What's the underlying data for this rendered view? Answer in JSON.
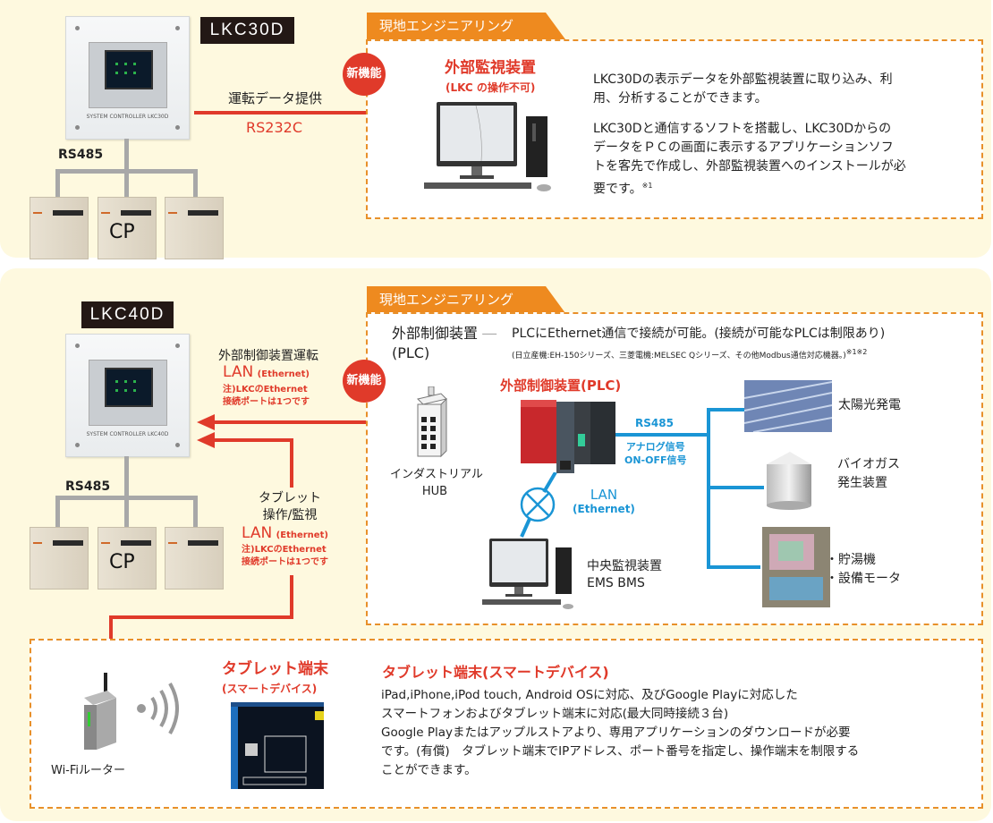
{
  "colors": {
    "panel_bg": "#fef9df",
    "accent_orange": "#ee8a1f",
    "accent_red": "#e03a2a",
    "accent_blue": "#1a95d5"
  },
  "section1": {
    "model": "LKC30D",
    "controller_brand": "SYSTEM CONTROLLER LKC30D",
    "tab": "現地エンジニアリング",
    "badge": "新機能",
    "link_label": "運転データ提供",
    "link_protocol": "RS232C",
    "bus_label": "RS485",
    "cp_label": "CP",
    "device_title": "外部監視装置",
    "device_subtitle": "(LKC の操作不可)",
    "desc_p1": [
      "LKC30Dの表示データを外部監視装置に取り込み、利",
      "用、分析することができます。"
    ],
    "desc_p2": [
      "LKC30Dと通信するソフトを搭載し、LKC30Dからの",
      "データをＰＣの画面に表示するアプリケーションソフ",
      "トを客先で作成し、外部監視装置へのインストールが必",
      "要です。"
    ],
    "desc_p2_note": "※1"
  },
  "section2": {
    "model": "LKC40D",
    "controller_brand": "SYSTEM CONTROLLER LKC40D",
    "tab": "現地エンジニアリング",
    "badge": "新機能",
    "bus_label": "RS485",
    "cp_label": "CP",
    "ext_link": {
      "label": "外部制御装置運転",
      "protocol": "LAN",
      "protocol_sub": "(Ethernet)",
      "note": [
        "注)LKCのEthernet",
        "接続ポートは1つです"
      ]
    },
    "tablet_link": {
      "label": [
        "タブレット",
        "操作/監視"
      ],
      "protocol": "LAN",
      "protocol_sub": "(Ethernet)",
      "note": [
        "注)LKCのEthernet",
        "接続ポートは1つです"
      ]
    },
    "plc_heading": "外部制御装置",
    "plc_heading_sub": "(PLC)",
    "plc_dash": "―",
    "plc_desc": "PLCにEthernet通信で接続が可能。(接続が可能なPLCは制限あり)",
    "plc_desc_small": "(日立産機:EH-150シリーズ、三菱電機:MELSEC Qシリーズ、その他Modbus通信対応機器。)",
    "plc_desc_note": "※1※2",
    "hub_label": [
      "インダストリアル",
      "HUB"
    ],
    "plc_title": "外部制御装置(PLC)",
    "rs485_label": "RS485",
    "signal_labels": [
      "アナログ信号",
      "ON-OFF信号"
    ],
    "lan_label": "LAN",
    "lan_sub": "(Ethernet)",
    "central_label": [
      "中央監視装置",
      "EMS BMS"
    ],
    "devices": [
      {
        "name": "solar",
        "label": [
          "太陽光発電"
        ]
      },
      {
        "name": "biogas",
        "label": [
          "バイオガス",
          "発生装置"
        ]
      },
      {
        "name": "water-heater",
        "label": [
          "・貯湯機",
          "・設備モータ"
        ]
      }
    ]
  },
  "section3": {
    "router_label": "Wi-Fiルーター",
    "tablet_title": "タブレット端末",
    "tablet_subtitle": "(スマートデバイス)",
    "desc_title": "タブレット端末(スマートデバイス)",
    "desc_lines": [
      "iPad,iPhone,iPod touch, Android OSに対応、及びGoogle Playに対応した",
      "スマートフォンおよびタブレット端末に対応(最大同時接続３台)",
      "Google Playまたはアップルストアより、専用アプリケーションのダウンロードが必要",
      "です。(有償)　タブレット端末でIPアドレス、ポート番号を指定し、操作端末を制限する",
      "ことができます。"
    ]
  }
}
